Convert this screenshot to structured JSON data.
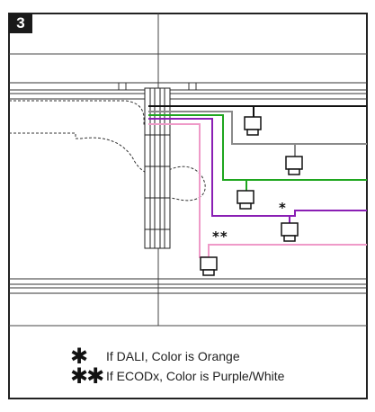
{
  "step": {
    "number": "3"
  },
  "markers": {
    "single": "*",
    "double": "**"
  },
  "legend": {
    "items": [
      {
        "symbol": "✱",
        "text": "If DALI, Color is Orange"
      },
      {
        "symbol": "✱✱",
        "text": "If ECODx, Color is Purple/White"
      }
    ]
  },
  "colors": {
    "black_wire": "#111111",
    "gray_wire": "#8a8a8a",
    "green_wire": "#1fa61f",
    "purple_wire": "#8a1fb4",
    "pink_wire": "#ef9ac8",
    "frame": "#222222"
  }
}
